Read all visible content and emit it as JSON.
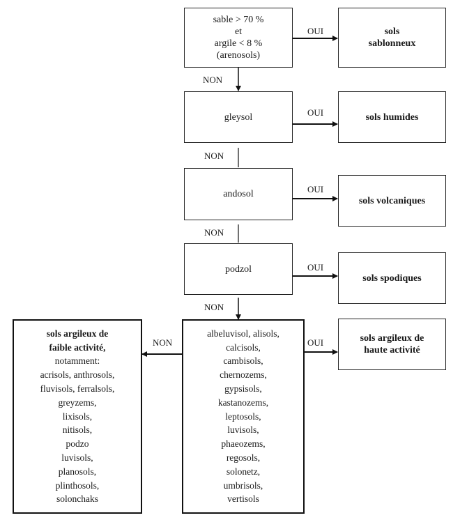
{
  "labels": {
    "oui": "OUI",
    "non": "NON"
  },
  "steps": [
    {
      "lines": [
        "sable > 70 %",
        "et",
        "argile < 8 %",
        "(arenosols)"
      ],
      "result": [
        "sols",
        "sablonneux"
      ]
    },
    {
      "lines": [
        "gleysol"
      ],
      "result": [
        "sols humides"
      ]
    },
    {
      "lines": [
        "andosol"
      ],
      "result": [
        "sols volcaniques"
      ]
    },
    {
      "lines": [
        "podzol"
      ],
      "result": [
        "sols spodiques"
      ]
    }
  ],
  "final_center": {
    "items": [
      "albeluvisol, alisols,",
      "calcisols,",
      "cambisols,",
      "chernozems,",
      "gypsisols,",
      "kastanozems,",
      "leptosols,",
      "luvisols,",
      "phaeozems,",
      "regosols,",
      "solonetz,",
      "umbrisols,",
      "vertisols"
    ]
  },
  "final_right": {
    "lines": [
      "sols argileux de",
      "haute activité"
    ]
  },
  "final_left": {
    "title_lines": [
      "sols argileux de",
      "faible activité,"
    ],
    "items": [
      "notamment:",
      "acrisols, anthrosols,",
      "fluvisols, ferralsols,",
      "greyzems,",
      "lixisols,",
      "nitisols,",
      "podzo",
      "luvisols,",
      "planosols,",
      "plinthosols,",
      "solonchaks"
    ]
  }
}
